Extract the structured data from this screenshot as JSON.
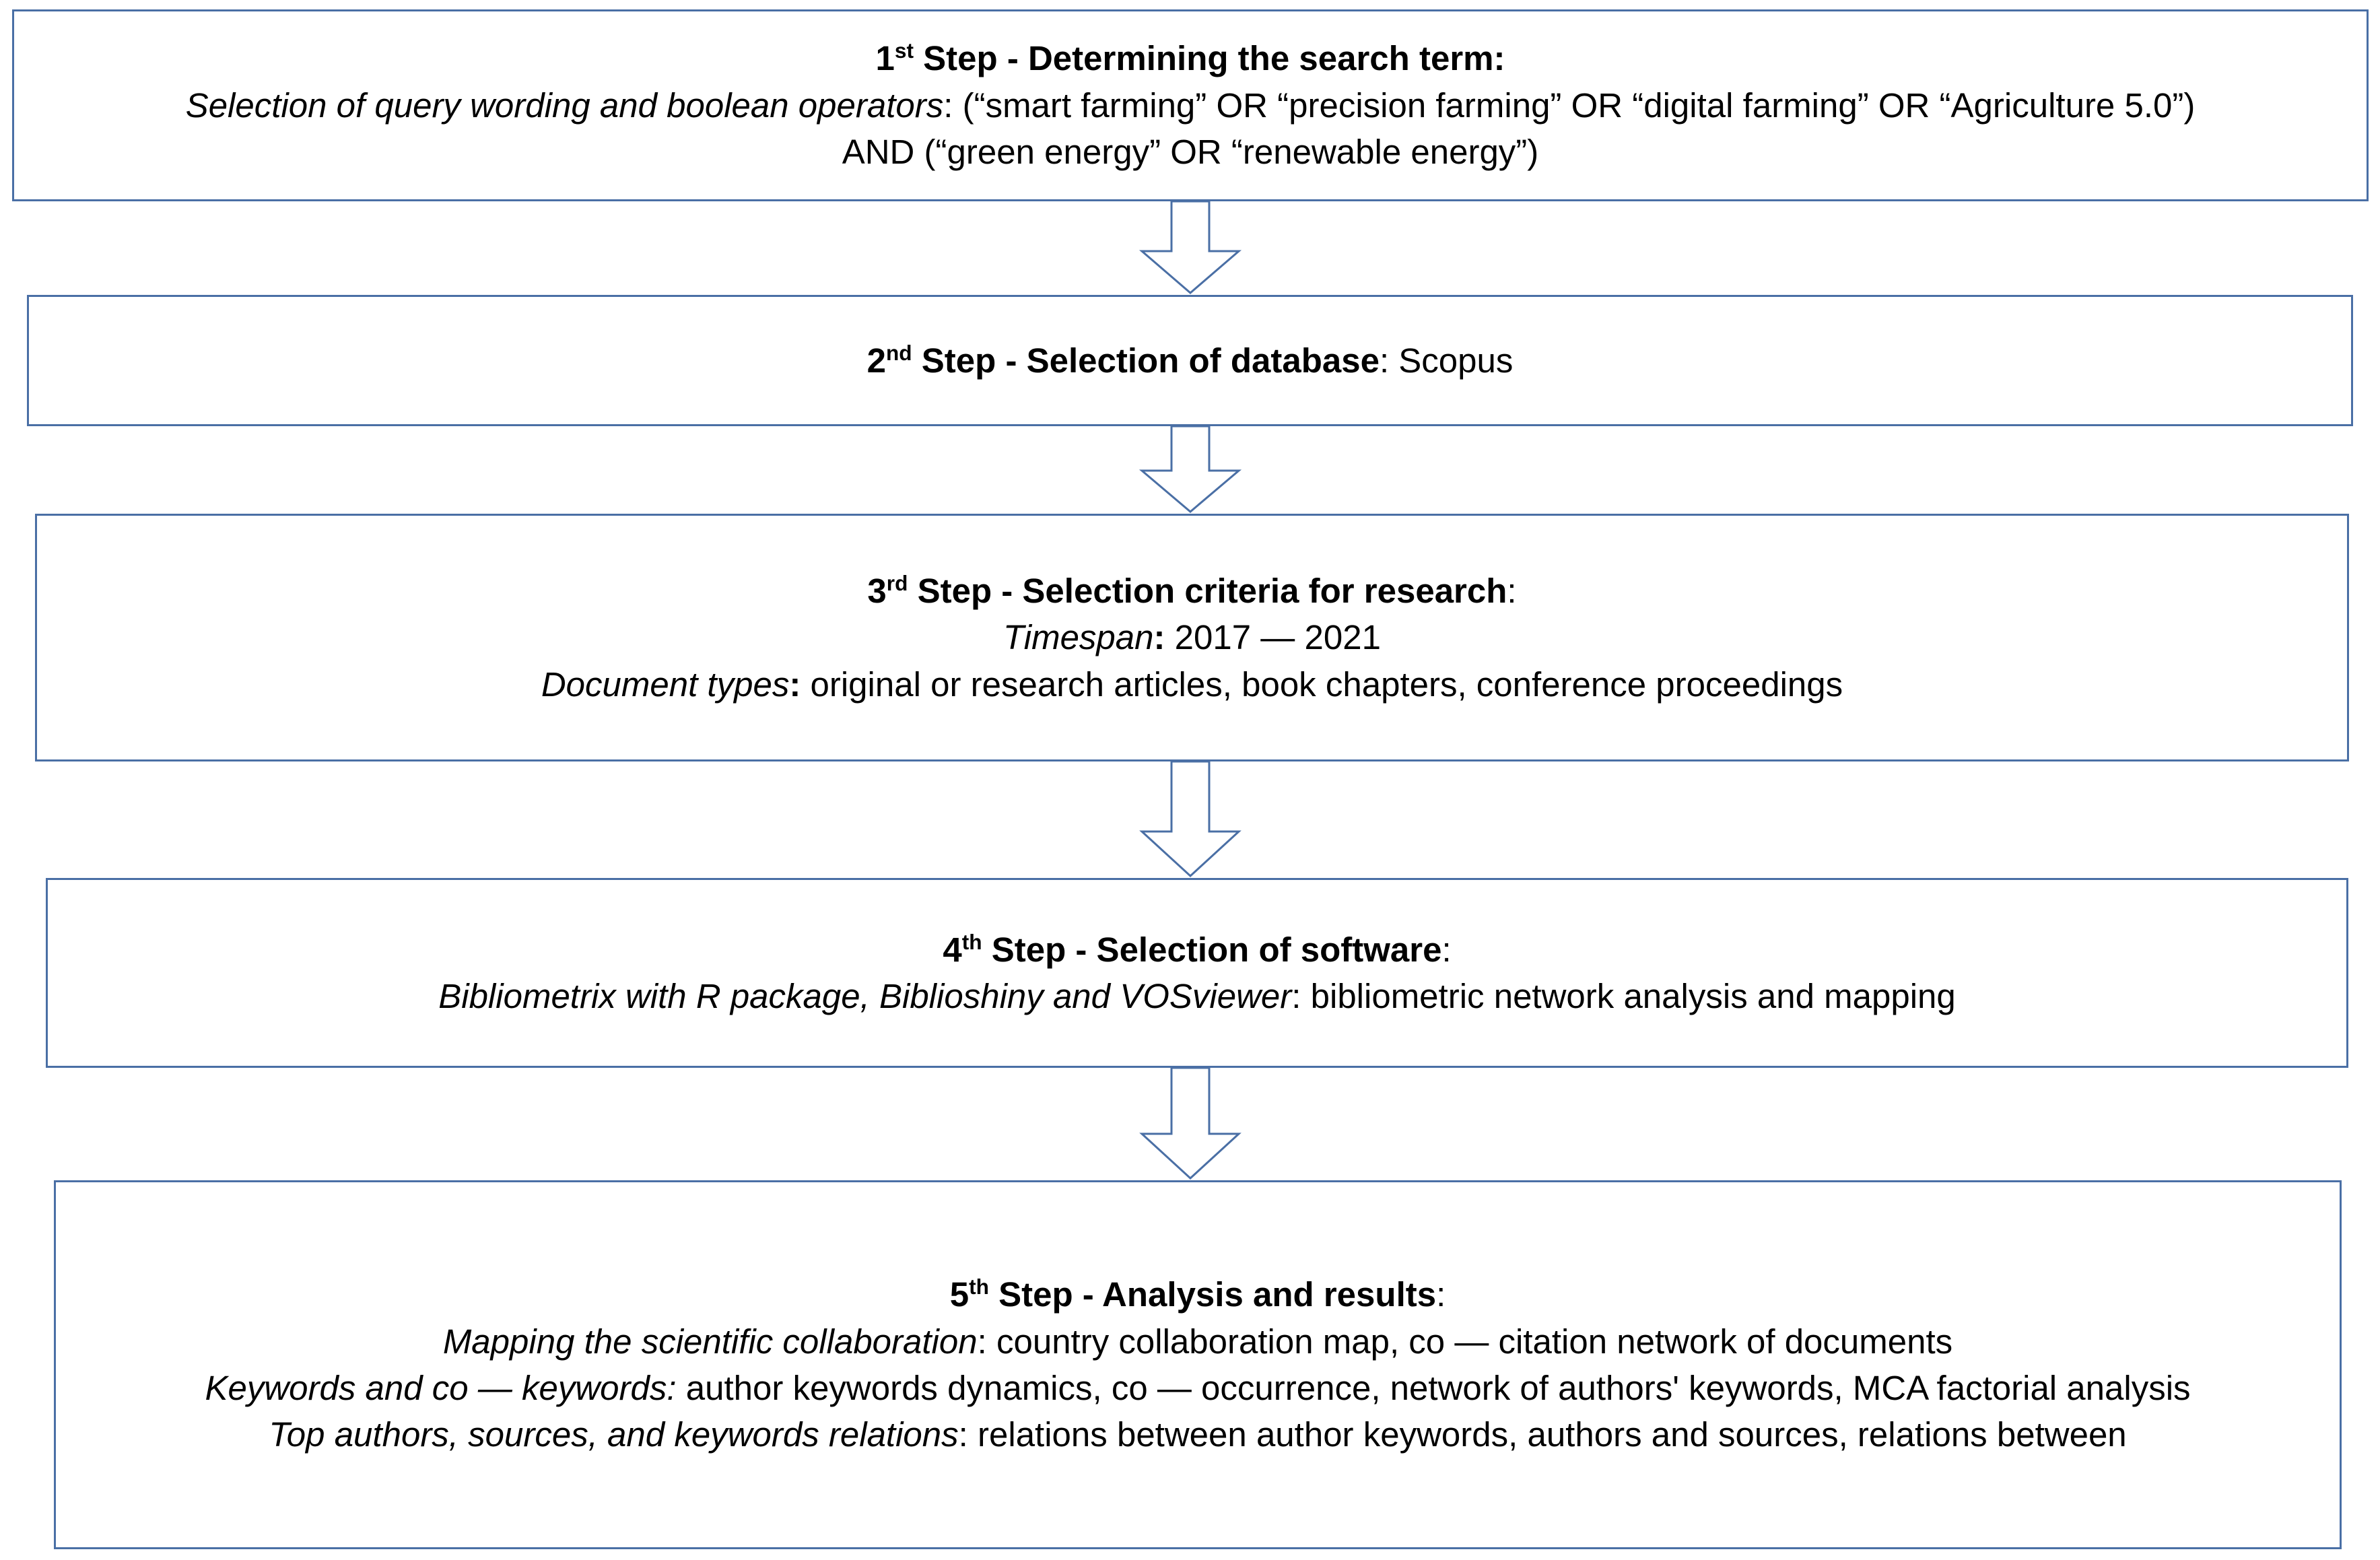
{
  "diagram": {
    "title": "Bibliometric research methodology flowchart",
    "accent_color": "#4A6FA5",
    "background_color": "#FFFFFF",
    "text_color": "#000000"
  },
  "steps": [
    {
      "id": "step-1",
      "ordinal": "1",
      "ordinal_suffix": "st",
      "title_rest": " Step - Determining the search term:",
      "lines": [
        {
          "emphasis": "Selection of query wording and boolean operators",
          "rest": ": (“smart farming” OR “precision farming” OR “digital farming” OR “Agriculture 5.0”)"
        },
        {
          "emphasis": "",
          "rest": "AND (“green energy” OR “renewable energy”)"
        }
      ]
    },
    {
      "id": "step-2",
      "ordinal": "2",
      "ordinal_suffix": "nd",
      "title_rest": " Step - Selection of database",
      "title_tail": ": Scopus",
      "lines": []
    },
    {
      "id": "step-3",
      "ordinal": "3",
      "ordinal_suffix": "rd",
      "title_rest": " Step - Selection criteria for research",
      "title_tail": ":",
      "lines": [
        {
          "emphasis": "Timespan",
          "colon": ":",
          "rest": " 2017 — 2021"
        },
        {
          "emphasis": "Document types",
          "colon": ":",
          "rest": " original or research articles, book chapters, conference proceedings"
        }
      ]
    },
    {
      "id": "step-4",
      "ordinal": "4",
      "ordinal_suffix": "th",
      "title_rest": " Step - Selection of software",
      "title_tail": ":",
      "lines": [
        {
          "emphasis": "Bibliometrix with R package, Biblioshiny and VOSviewer",
          "rest": ": bibliometric network analysis and mapping"
        }
      ]
    },
    {
      "id": "step-5",
      "ordinal": "5",
      "ordinal_suffix": "th",
      "title_rest": " Step - Analysis and results",
      "title_tail": ":",
      "lines": [
        {
          "emphasis": "Mapping the scientific collaboration",
          "rest": ": country collaboration map, co — citation network of documents"
        },
        {
          "emphasis": "Keywords and co — keywords:",
          "rest": " author keywords dynamics, co — occurrence, network of authors' keywords, MCA factorial analysis"
        },
        {
          "emphasis": "Top authors, sources, and keywords relations",
          "rest": ": relations between author keywords, authors and sources, relations between"
        }
      ]
    }
  ],
  "connectors": [
    {
      "id": "arrow-1",
      "from": "step-1",
      "to": "step-2",
      "direction": "down"
    },
    {
      "id": "arrow-2",
      "from": "step-2",
      "to": "step-3",
      "direction": "down"
    },
    {
      "id": "arrow-3",
      "from": "step-3",
      "to": "step-4",
      "direction": "down"
    },
    {
      "id": "arrow-4",
      "from": "step-4",
      "to": "step-5",
      "direction": "down"
    }
  ]
}
